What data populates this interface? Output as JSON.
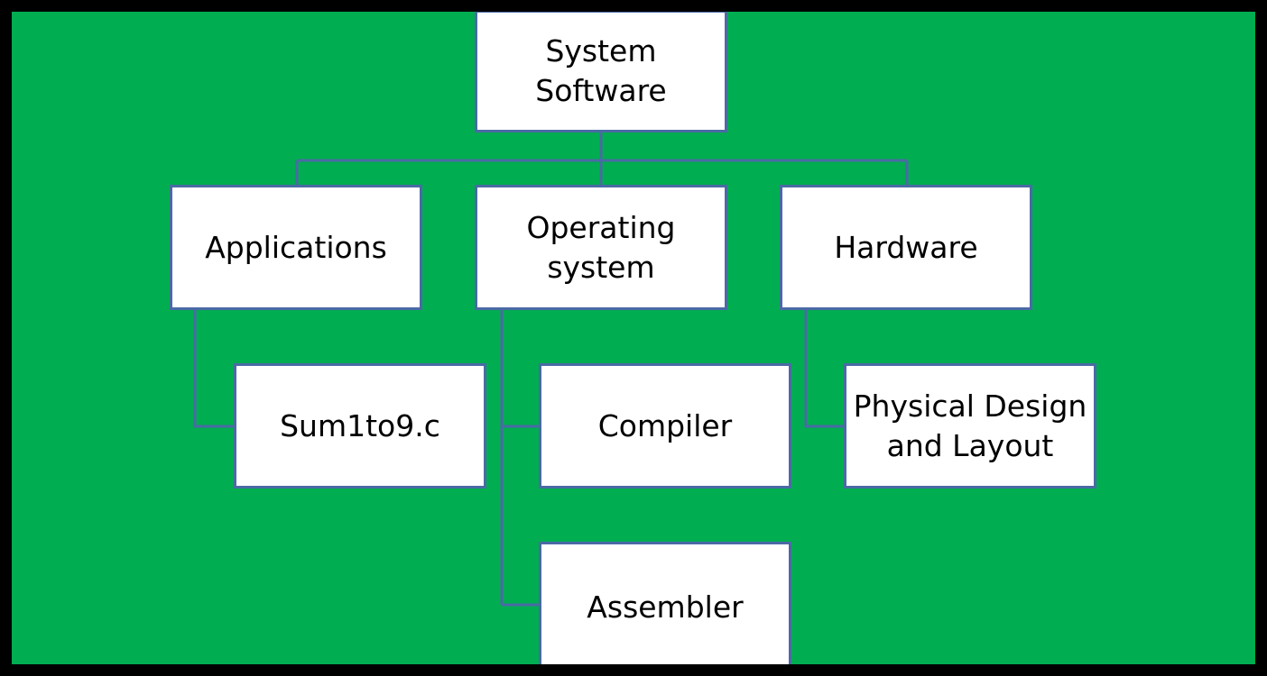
{
  "diagram": {
    "root": {
      "label": "System\nSoftware"
    },
    "applications": {
      "label": "Applications"
    },
    "operating_system": {
      "label": "Operating\nsystem"
    },
    "hardware": {
      "label": "Hardware"
    },
    "sum1to9": {
      "label": "Sum1to9.c"
    },
    "compiler": {
      "label": "Compiler"
    },
    "assembler": {
      "label": "Assembler"
    },
    "physical_design": {
      "label": "Physical Design\nand Layout"
    }
  },
  "colors": {
    "background": "#00ad50",
    "frame": "#000000",
    "node_fill": "#ffffff",
    "node_border": "#4a6aa5",
    "connector": "#4a6aa5"
  }
}
